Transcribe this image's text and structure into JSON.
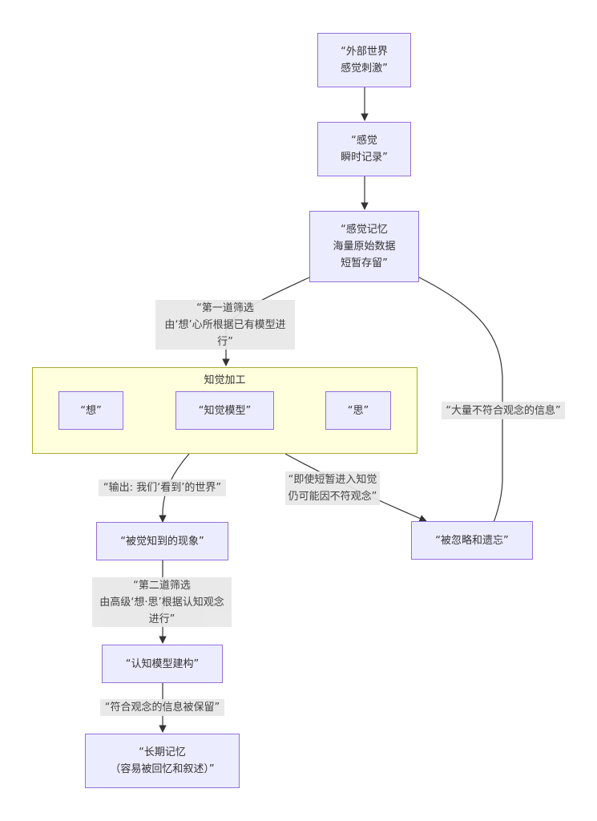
{
  "diagram": {
    "type": "flowchart",
    "colors": {
      "node_fill": "#ececff",
      "node_border": "#9370db",
      "cluster_fill": "#ffffde",
      "cluster_border": "#aaaa33",
      "edge": "#333333",
      "edge_label_bg": "#e8e8e8"
    },
    "nodes": {
      "external": "“外部世界\n感觉刺激”",
      "sensation": "“感觉\n瞬时记录”",
      "sensory_memory": "“感觉记忆\n海量原始数据\n短暂存留”",
      "xiang": "“想”",
      "perceptual_model": "“知觉模型”",
      "si": "“思”",
      "perceived": "“被觉知到的现象”",
      "ignored": "“被忽略和遗忘”",
      "cognitive_model": "“认知模型建构”",
      "long_term_memory": "“长期记忆\n（容易被回忆和叙述）”"
    },
    "cluster": {
      "title": "知觉加工"
    },
    "edge_labels": {
      "first_filter": "“第一道筛选\n由‘想’心所根据已有模型进\n行”",
      "mass_unfit": "“大量不符合观念的信息”",
      "output": "“输出: 我们‘看到’的世界”",
      "brief_entry": "“即使短暂进入知觉\n仍可能因不符观念”",
      "second_filter": "“第二道筛选\n由高级‘想·思’根据认知观念\n进行”",
      "retained": "“符合观念的信息被保留”"
    }
  }
}
